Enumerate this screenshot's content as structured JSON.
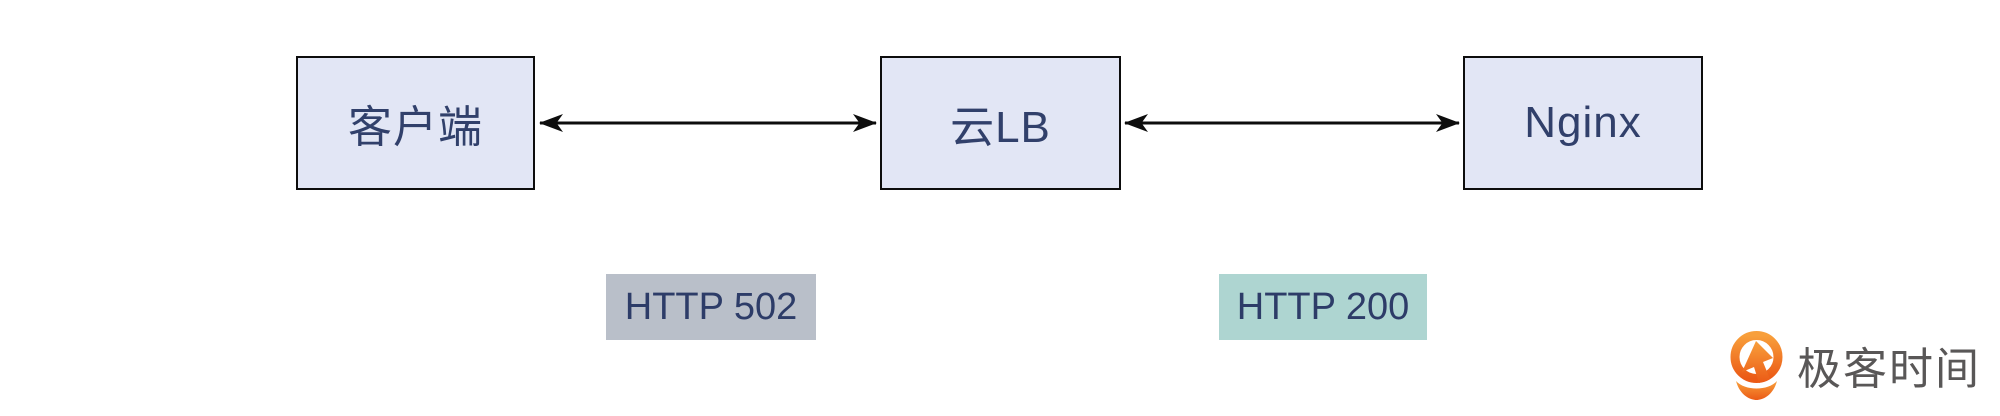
{
  "diagram": {
    "nodes": [
      {
        "id": "client",
        "label": "客户端"
      },
      {
        "id": "cloud-lb",
        "label": "云LB"
      },
      {
        "id": "nginx",
        "label": "Nginx"
      }
    ],
    "connections": [
      {
        "from": "client",
        "to": "cloud-lb",
        "style": "double-arrow"
      },
      {
        "from": "cloud-lb",
        "to": "nginx",
        "style": "double-arrow"
      }
    ],
    "status_labels": [
      {
        "text": "HTTP 502",
        "background": "#b9bfc9"
      },
      {
        "text": "HTTP 200",
        "background": "#aed5d1"
      }
    ],
    "colors": {
      "node_fill": "#e2e6f5",
      "node_border": "#0d0d0d",
      "node_text": "#31406b",
      "label_text": "#2d3c68",
      "arrow": "#0d0d0d",
      "canvas_background": "#ffffff"
    }
  },
  "branding": {
    "logo_text": "极客时间",
    "logo_icon": "geektime-pin-arrow-icon",
    "logo_text_color": "#595757",
    "logo_orange_top": "#f89f3b",
    "logo_orange_bottom": "#eb5a16"
  }
}
